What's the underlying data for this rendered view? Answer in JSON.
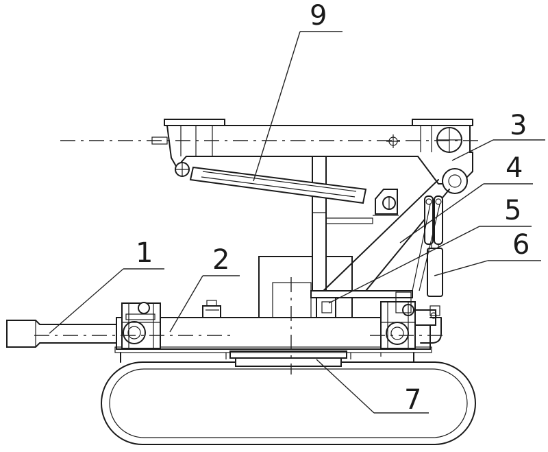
{
  "callouts": [
    {
      "id": "1",
      "label": "1"
    },
    {
      "id": "2",
      "label": "2"
    },
    {
      "id": "3",
      "label": "3"
    },
    {
      "id": "4",
      "label": "4"
    },
    {
      "id": "5",
      "label": "5"
    },
    {
      "id": "6",
      "label": "6"
    },
    {
      "id": "7",
      "label": "7"
    },
    {
      "id": "9",
      "label": "9"
    }
  ]
}
